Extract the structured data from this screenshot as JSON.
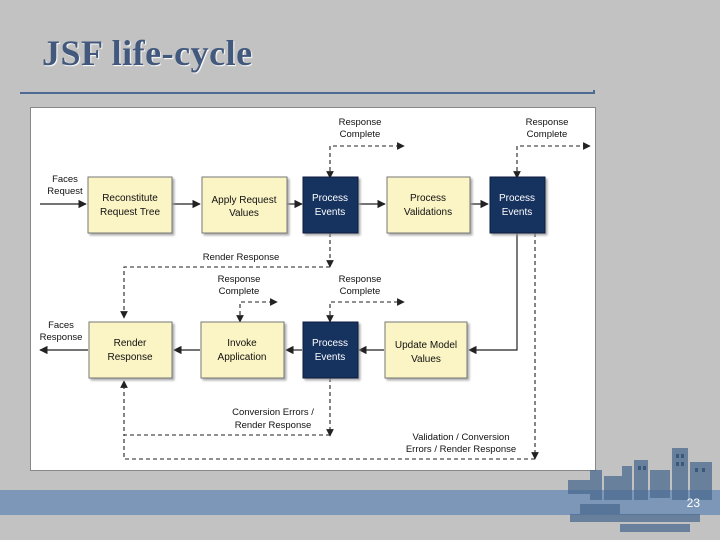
{
  "slide": {
    "title": "JSF life-cycle",
    "page_number": "23"
  },
  "diagram": {
    "phases": {
      "reconstitute": [
        "Reconstitute",
        "Request Tree"
      ],
      "apply_request": [
        "Apply Request",
        "Values"
      ],
      "process_events_1": [
        "Process",
        "Events"
      ],
      "process_validations": [
        "Process",
        "Validations"
      ],
      "process_events_2": [
        "Process",
        "Events"
      ],
      "render_response": [
        "Render",
        "Response"
      ],
      "invoke_application": [
        "Invoke",
        "Application"
      ],
      "process_events_3": [
        "Process",
        "Events"
      ],
      "update_model": [
        "Update Model",
        "Values"
      ]
    },
    "labels": {
      "faces_request": [
        "Faces",
        "Request"
      ],
      "faces_response": [
        "Faces",
        "Response"
      ],
      "response_complete_1": [
        "Response",
        "Complete"
      ],
      "response_complete_2": [
        "Response",
        "Complete"
      ],
      "response_complete_3": [
        "Response",
        "Complete"
      ],
      "response_complete_4": [
        "Response",
        "Complete"
      ],
      "render_response_path": "Render Response",
      "conversion_errors": [
        "Conversion Errors /",
        "Render Response"
      ],
      "validation_errors": [
        "Validation / Conversion",
        "Errors / Render Response"
      ]
    },
    "colors": {
      "light_box": "#fbf4c4",
      "dark_box": "#14335f",
      "light_text": "#111111",
      "dark_text": "#ffffff"
    }
  }
}
